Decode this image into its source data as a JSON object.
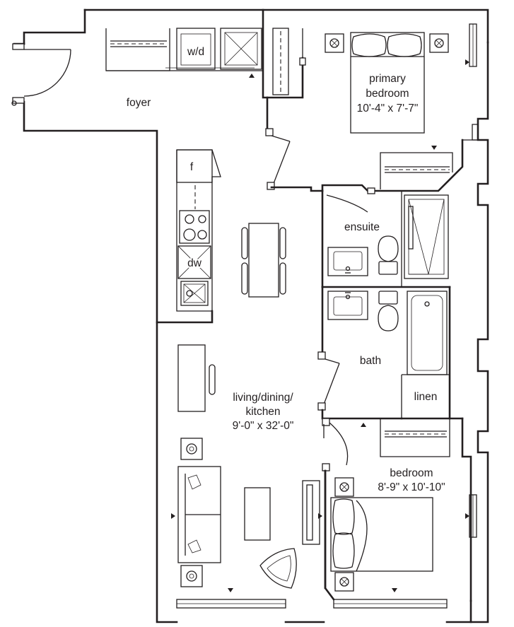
{
  "rooms": {
    "foyer": {
      "name": "foyer"
    },
    "primary_bedroom": {
      "name_line1": "primary",
      "name_line2": "bedroom",
      "dims": "10'-4\" x 7'-7\""
    },
    "ensuite": {
      "name": "ensuite"
    },
    "bath": {
      "name": "bath"
    },
    "linen": {
      "name": "linen"
    },
    "living": {
      "name_line1": "living/dining/",
      "name_line2": "kitchen",
      "dims": "9'-0\" x 32'-0\""
    },
    "bedroom": {
      "name": "bedroom",
      "dims": "8'-9\" x 10'-10\""
    }
  },
  "fixtures": {
    "washer_dryer": "w/d",
    "fridge": "f",
    "dishwasher": "dw"
  }
}
